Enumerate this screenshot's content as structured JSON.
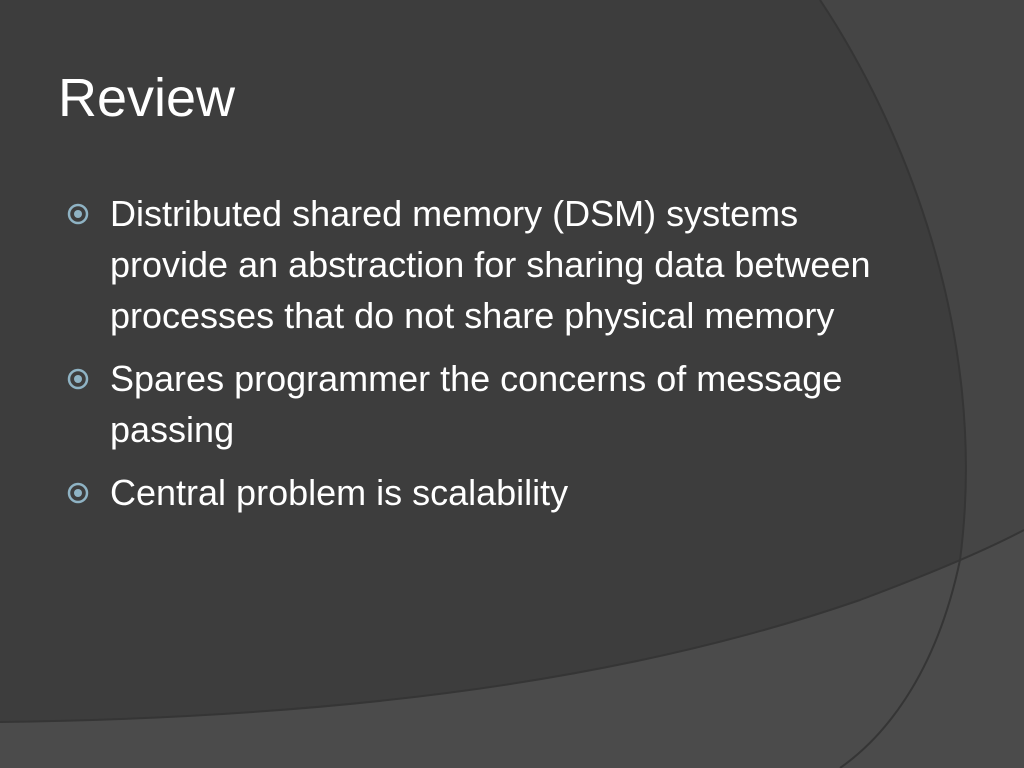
{
  "slide": {
    "title": "Review",
    "bullets": [
      {
        "text": "Distributed shared memory (DSM) systems provide an abstraction for sharing data between processes that do not share physical memory",
        "icon": "circle-dot-icon"
      },
      {
        "text": "Spares programmer the concerns of message passing",
        "icon": "circle-dot-icon"
      },
      {
        "text": "Central problem is scalability",
        "icon": "circle-dot-icon"
      }
    ]
  },
  "colors": {
    "background": "#3b3b3b",
    "text": "#ffffff",
    "bullet": "#8fb3c4"
  }
}
